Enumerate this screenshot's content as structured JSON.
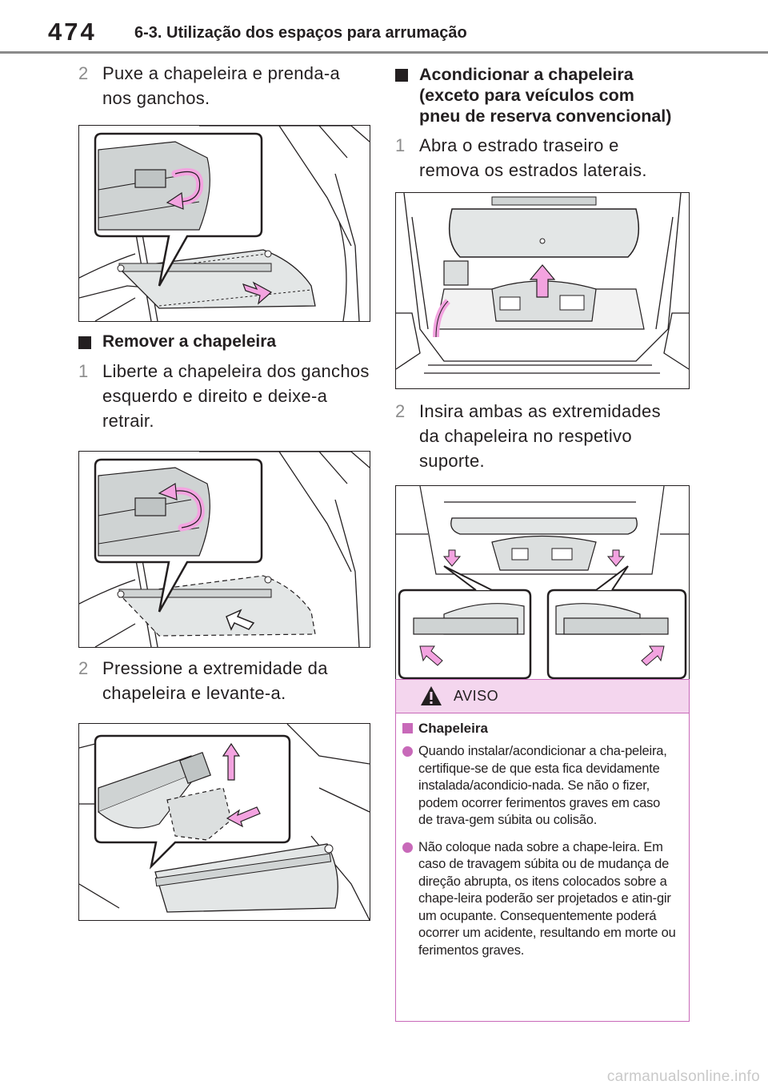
{
  "header": {
    "page_number": "474",
    "section_title": "6-3. Utilização dos espaços para arrumação"
  },
  "left_column": {
    "step_install_2": {
      "num": "2",
      "text_line1": "Puxe a chapeleira e prenda-a",
      "text_line2": "nos ganchos."
    },
    "remove_heading": "Remover a chapeleira",
    "step_remove_1": {
      "num": "1",
      "text_line1": "Liberte a chapeleira dos ganchos",
      "text_line2": "esquerdo e direito e deixe-a",
      "text_line3": "retrair."
    },
    "step_remove_2": {
      "num": "2",
      "text_line1": "Pressione a extremidade da",
      "text_line2": "chapeleira e levante-a."
    }
  },
  "right_column": {
    "stow_heading_line1": "Acondicionar a chapeleira",
    "stow_heading_line2": "(exceto para veículos com",
    "stow_heading_line3": "pneu de reserva convencional)",
    "step_stow_1": {
      "num": "1",
      "text_line1": "Abra o estrado traseiro e",
      "text_line2": "remova os estrados laterais."
    },
    "step_stow_2": {
      "num": "2",
      "text_line1": "Insira ambas as extremidades",
      "text_line2": "da chapeleira no respetivo",
      "text_line3": "suporte."
    }
  },
  "warning": {
    "label": "AVISO",
    "subheading": "Chapeleira",
    "bullet1": "Quando instalar/acondicionar a cha-peleira, certifique-se de que esta fica devidamente instalada/acondicio-nada. Se não o fizer, podem ocorrer ferimentos graves em caso de trava-gem súbita ou colisão.",
    "bullet2": "Não coloque nada sobre a chape-leira. Em caso de travagem súbita ou de mudança de direção abrupta, os itens colocados sobre a chape-leira poderão ser projetados e atin-gir um ocupante. Consequentemente poderá ocorrer um acidente, resultando em morte ou ferimentos graves."
  },
  "footer": {
    "watermark": "carmanualsonline.info"
  },
  "colors": {
    "accent_pink": "#c869b9",
    "warning_bg": "#f4d6ee",
    "arrow_pink": "#f3a3e0",
    "step_number": "#8c8c8c"
  },
  "icons": {
    "warning": "warning-triangle-icon",
    "arrow": "arrow-icon"
  }
}
